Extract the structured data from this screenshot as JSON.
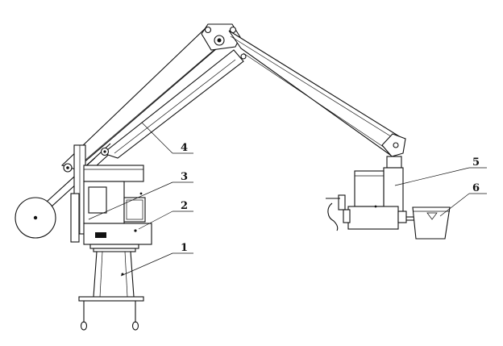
{
  "diagram": {
    "callouts": [
      {
        "id": "base",
        "number": "1"
      },
      {
        "id": "slewing-body",
        "number": "2"
      },
      {
        "id": "counterweight-arm",
        "number": "3"
      },
      {
        "id": "main-arm",
        "number": "4"
      },
      {
        "id": "wrist",
        "number": "5"
      },
      {
        "id": "ladle",
        "number": "6"
      }
    ]
  }
}
